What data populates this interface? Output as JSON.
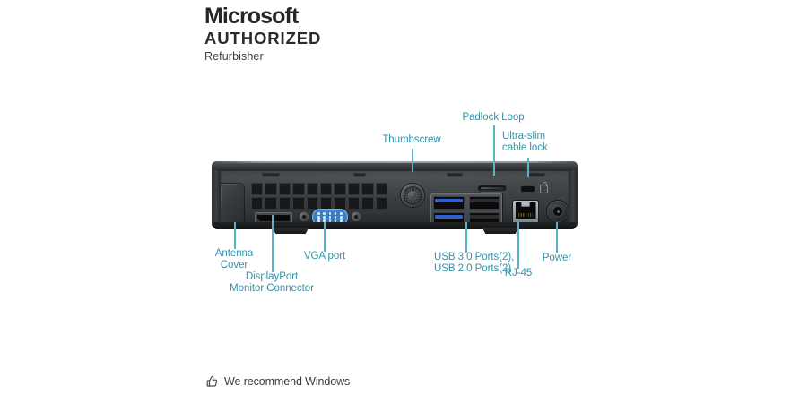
{
  "header": {
    "brand_line1": "Microsoft",
    "brand_line2": "AUTHORIZED",
    "brand_line3": "Refurbisher"
  },
  "footer": {
    "icon": "thumbs-up-icon",
    "text": "We recommend Windows"
  },
  "diagram": {
    "subject": "Desktop Mini PC rear panel",
    "label_color": "#2f93ac",
    "leader_color": "#57b4c6",
    "callouts": [
      {
        "id": "thumbscrew",
        "text": "Thumbscrew"
      },
      {
        "id": "padlock-loop",
        "text": "Padlock Loop"
      },
      {
        "id": "cable-lock",
        "text": "Ultra-slim\ncable lock"
      },
      {
        "id": "antenna-cover",
        "text": "Antenna\nCover"
      },
      {
        "id": "displayport",
        "text": "DisplayPort\nMonitor Connector"
      },
      {
        "id": "vga-port",
        "text": "VGA port"
      },
      {
        "id": "usb-ports",
        "text": "USB 3.0 Ports(2),\nUSB 2.0 Ports(2)"
      },
      {
        "id": "rj45",
        "text": "RJ-45"
      },
      {
        "id": "power",
        "text": "Power"
      }
    ],
    "ports": {
      "usb3_count": 2,
      "usb2_count": 2,
      "usb3_color": "#2f5fd0",
      "usb2_color": "#2b2d2f",
      "vga_color": "#3f87cf",
      "chassis_color": "#3b3e41"
    }
  }
}
